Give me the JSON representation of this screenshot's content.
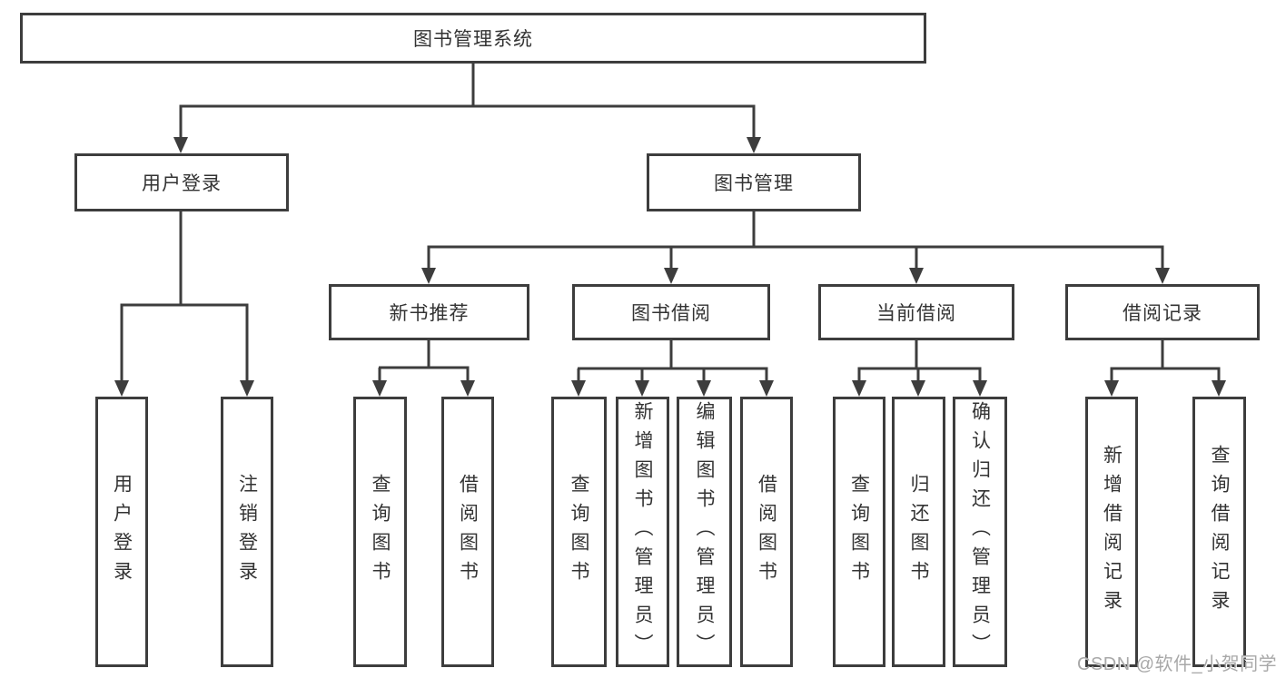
{
  "tree": {
    "root": {
      "label": "图书管理系统",
      "children": [
        {
          "label": "用户登录",
          "children": [
            {
              "label": "用户登录"
            },
            {
              "label": "注销登录"
            }
          ]
        },
        {
          "label": "图书管理",
          "children": [
            {
              "label": "新书推荐",
              "children": [
                {
                  "label": "查询图书"
                },
                {
                  "label": "借阅图书"
                }
              ]
            },
            {
              "label": "图书借阅",
              "children": [
                {
                  "label": "查询图书"
                },
                {
                  "label": "新增图书（管理员）"
                },
                {
                  "label": "编辑图书（管理员）"
                },
                {
                  "label": "借阅图书"
                }
              ]
            },
            {
              "label": "当前借阅",
              "children": [
                {
                  "label": "查询图书"
                },
                {
                  "label": "归还图书"
                },
                {
                  "label": "确认归还（管理员）"
                }
              ]
            },
            {
              "label": "借阅记录",
              "children": [
                {
                  "label": "新增借阅记录"
                },
                {
                  "label": "查询借阅记录"
                }
              ]
            }
          ]
        }
      ]
    }
  },
  "watermark": {
    "text": "CSDN @软件_小贺同学"
  },
  "colors": {
    "line": "#3d3d3d",
    "box_border": "#3d3d3d",
    "text": "#333333",
    "watermark_text": "#a8a8a8",
    "background": "#ffffff"
  }
}
